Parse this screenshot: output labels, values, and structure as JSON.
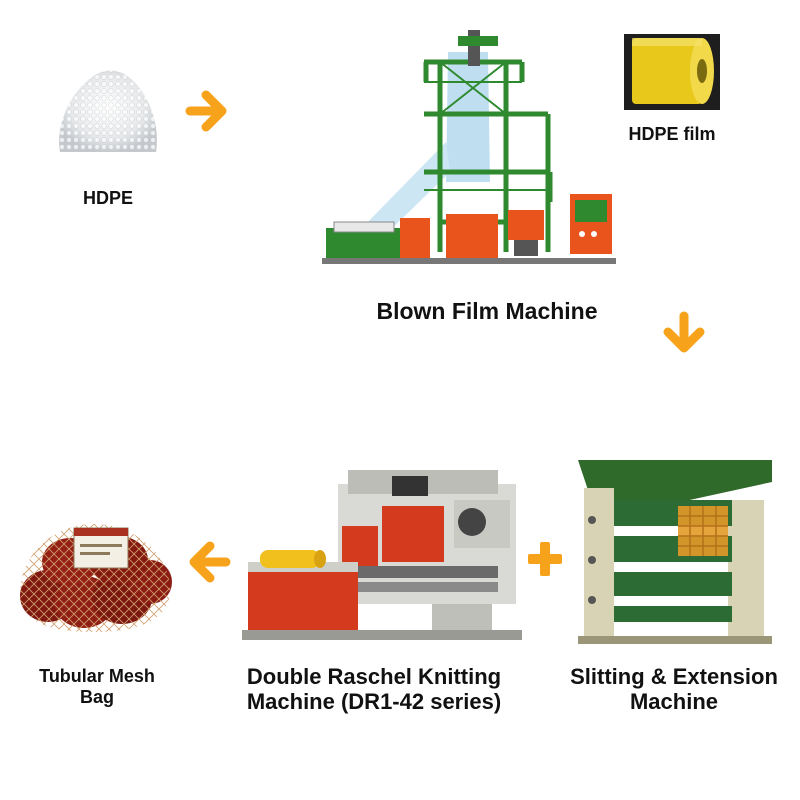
{
  "colors": {
    "arrow": "#f7a21b",
    "plus": "#f7a21b",
    "machine_green": "#3a8a3a",
    "machine_orange": "#e8541c",
    "film_yellow": "#e8c81a",
    "mesh_red": "#8a1a12"
  },
  "steps": {
    "hdpe": {
      "label": "HDPE",
      "image": "hdpe-pellets-photo"
    },
    "hdpe_film": {
      "label": "HDPE film",
      "image": "yellow-film-roll-photo"
    },
    "blown_film": {
      "label": "Blown Film Machine",
      "image": "blown-film-machine-photo"
    },
    "slitting": {
      "label_line1": "Slitting & Extension",
      "label_line2": "Machine",
      "image": "slitting-extension-machine-photo"
    },
    "knitting": {
      "label_line1": "Double Raschel Knitting",
      "label_line2": "Machine (DR1-42 series)",
      "image": "double-raschel-knitting-machine-photo"
    },
    "mesh_bag": {
      "label_line1": "Tubular Mesh",
      "label_line2": "Bag",
      "image": "tubular-mesh-bag-photo"
    }
  },
  "connectors": [
    {
      "type": "arrow",
      "direction": "right",
      "icon": "arrow-right-icon"
    },
    {
      "type": "arrow",
      "direction": "down",
      "icon": "arrow-down-icon"
    },
    {
      "type": "plus",
      "icon": "plus-icon"
    },
    {
      "type": "arrow",
      "direction": "left",
      "icon": "arrow-left-icon"
    }
  ]
}
